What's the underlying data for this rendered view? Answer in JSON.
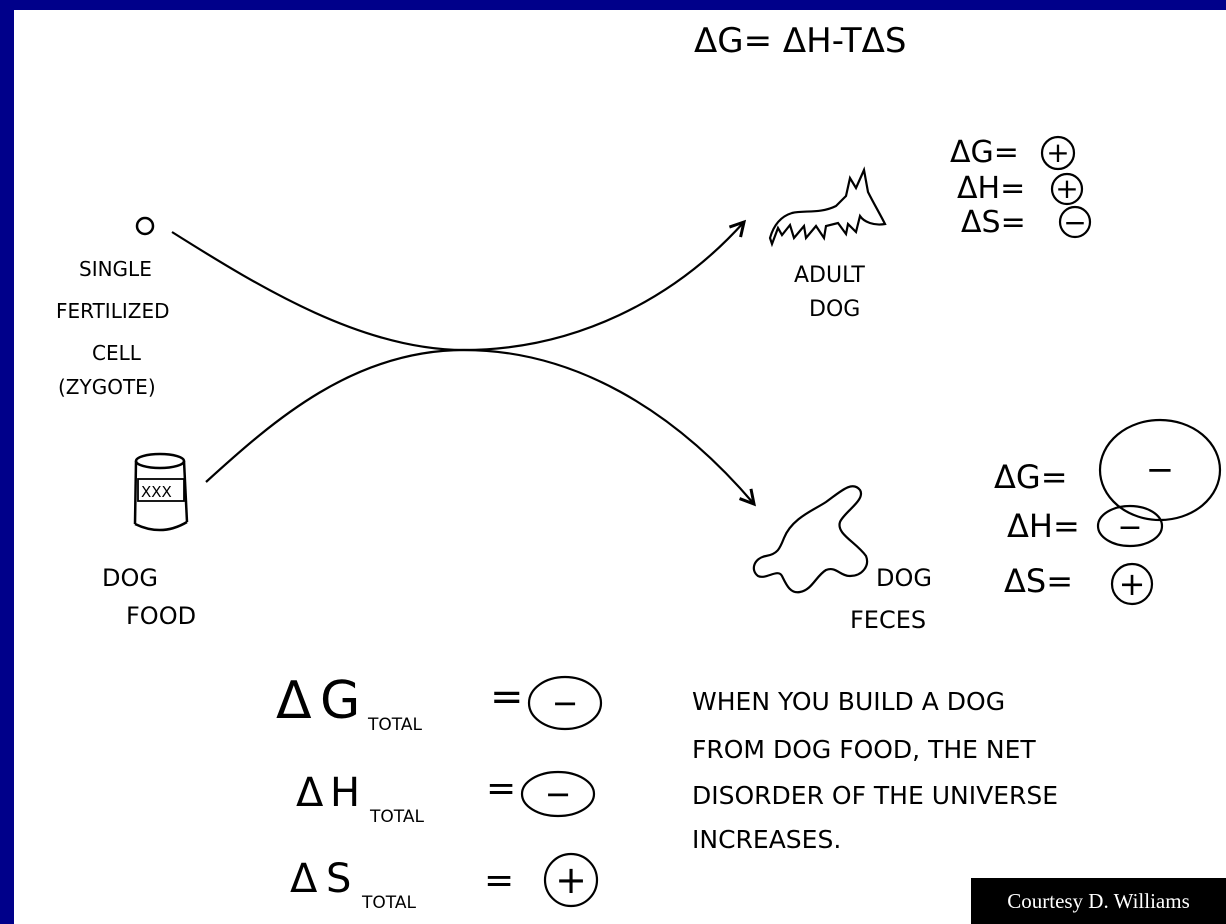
{
  "top_equation": "ΔG= ΔH-TΔS",
  "start": {
    "zygote_label": [
      "SINGLE",
      "FERTILIZED",
      "CELL",
      "(ZYGOTE)"
    ],
    "food_can_text": "XXX",
    "food_label": [
      "DOG",
      "FOOD"
    ]
  },
  "end": {
    "adult_label": [
      "ADULT",
      "DOG"
    ],
    "feces_label": [
      "DOG",
      "FECES"
    ]
  },
  "adult_dog_signs": {
    "dG_lhs": "ΔG=",
    "dH_lhs": "ΔH=",
    "dS_lhs": "ΔS=",
    "dG": "+",
    "dH": "+",
    "dS": "−"
  },
  "feces_signs": {
    "dG_lhs": "ΔG=",
    "dH_lhs": "ΔH=",
    "dS_lhs": "ΔS=",
    "dG": "−",
    "dH": "−",
    "dS": "+"
  },
  "totals": {
    "delta": "Δ",
    "dG_sym": "G",
    "dH_sym": "H",
    "dS_sym": "S",
    "sub": "TOTAL",
    "equals": "=",
    "dG": "−",
    "dH": "−",
    "dS": "+"
  },
  "note": [
    "WHEN YOU BUILD A DOG",
    "FROM DOG FOOD, THE NET",
    "DISORDER OF THE UNIVERSE",
    "INCREASES."
  ],
  "credit": "Courtesy D. Williams"
}
